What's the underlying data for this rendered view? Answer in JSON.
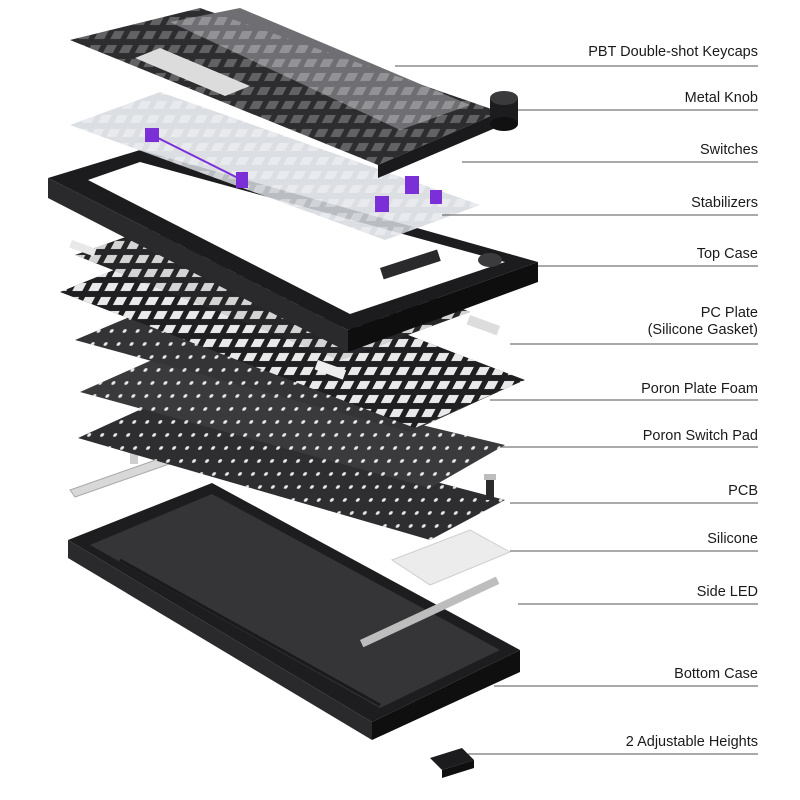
{
  "diagram": {
    "labels": [
      {
        "id": "keycaps",
        "text": "PBT Double-shot Keycaps"
      },
      {
        "id": "knob",
        "text": "Metal Knob"
      },
      {
        "id": "switches",
        "text": "Switches"
      },
      {
        "id": "stabilizers",
        "text": "Stabilizers"
      },
      {
        "id": "top_case",
        "text": "Top Case"
      },
      {
        "id": "pc_plate",
        "text": "PC Plate",
        "text2": "(Silicone Gasket)"
      },
      {
        "id": "plate_foam",
        "text": "Poron Plate Foam"
      },
      {
        "id": "switch_pad",
        "text": "Poron Switch Pad"
      },
      {
        "id": "pcb",
        "text": "PCB"
      },
      {
        "id": "silicone",
        "text": "Silicone"
      },
      {
        "id": "side_led",
        "text": "Side LED"
      },
      {
        "id": "bottom_case",
        "text": "Bottom Case"
      },
      {
        "id": "heights",
        "text": "2 Adjustable Heights"
      }
    ],
    "colors": {
      "line": "#555555",
      "case": "#1c1c1e",
      "keycap_dark": "#2b2b2e",
      "keycap_grey": "#6e6e72",
      "keycap_light": "#d9d9d9",
      "switch_clear": "#c9ccd2",
      "stabilizer_purple": "#7b2fd6",
      "foam": "#3a3a3c",
      "silicone": "#ececec"
    }
  }
}
